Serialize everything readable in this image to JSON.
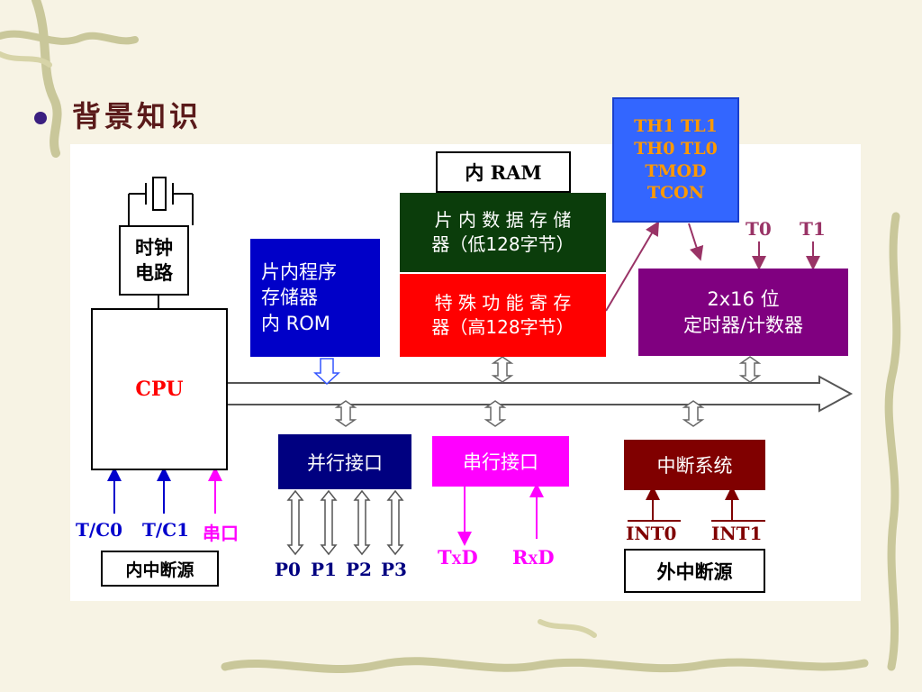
{
  "page": {
    "heading": "背景知识"
  },
  "diagram": {
    "clock": {
      "label": "时钟\n电路"
    },
    "cpu": {
      "label": "CPU"
    },
    "rom": {
      "label": "片内程序\n存储器\n内 ROM"
    },
    "ram_header": {
      "label": "内 RAM"
    },
    "ram_low": {
      "label": "片 内 数 据 存 储\n器（低128字节）"
    },
    "sfr": {
      "label": "特 殊 功 能 寄 存\n器（高128字节）"
    },
    "timer_regs": {
      "lines": [
        "TH1 TL1",
        "TH0 TL0",
        "TMOD",
        "TCON"
      ]
    },
    "timer": {
      "label": "2x16 位\n定时器/计数器"
    },
    "timer_inputs": {
      "t0": "T0",
      "t1": "T1"
    },
    "parallel": {
      "label": "并行接口",
      "ports": [
        "P0",
        "P1",
        "P2",
        "P3"
      ]
    },
    "serial": {
      "label": "串行接口",
      "txd": "TxD",
      "rxd": "RxD",
      "txd_main": "T",
      "txd_sub": "X",
      "txd_end": "D",
      "rxd_main": "R",
      "rxd_sub": "X",
      "rxd_end": "D"
    },
    "interrupt": {
      "label": "中断系统",
      "int0": "INT0",
      "int1": "INT1"
    },
    "internal_sources": {
      "tc0": "T/C0",
      "tc1": "T/C1",
      "serial": "串口",
      "label": "内中断源"
    },
    "external_sources": {
      "label": "外中断源"
    }
  },
  "colors": {
    "rom_bg": "#0000c8",
    "ram_low_bg": "#0b3d0b",
    "sfr_bg": "#ff0000",
    "timer_regs_bg": "#3366ff",
    "timer_regs_text": "#ff9900",
    "timer_bg": "#800080",
    "parallel_bg": "#000080",
    "serial_bg": "#ff00ff",
    "interrupt_bg": "#800000",
    "cpu_text": "#ff0000",
    "blue_text": "#0000cc",
    "magenta_text": "#ff00ff",
    "maroon_text": "#800000"
  }
}
